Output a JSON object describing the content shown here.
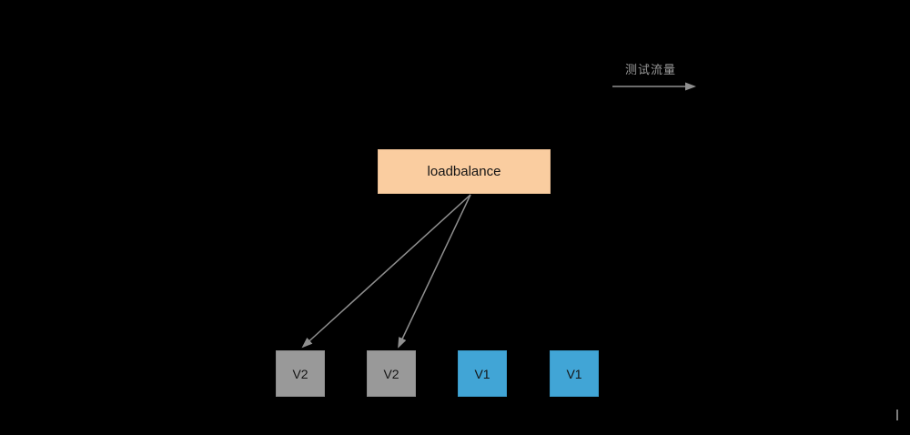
{
  "diagram": {
    "traffic_label": "测试流量",
    "loadbalancer": {
      "label": "loadbalance"
    },
    "nodes": [
      {
        "label": "V2",
        "version": "v2"
      },
      {
        "label": "V2",
        "version": "v2"
      },
      {
        "label": "V1",
        "version": "v1"
      },
      {
        "label": "V1",
        "version": "v1"
      }
    ],
    "colors": {
      "background": "#000000",
      "loadbalancer_fill": "#FACDA0",
      "v2_fill": "#999999",
      "v1_fill": "#41A5D6",
      "arrow": "#8F8F8F",
      "traffic_label_text": "#9A9A9A"
    }
  }
}
